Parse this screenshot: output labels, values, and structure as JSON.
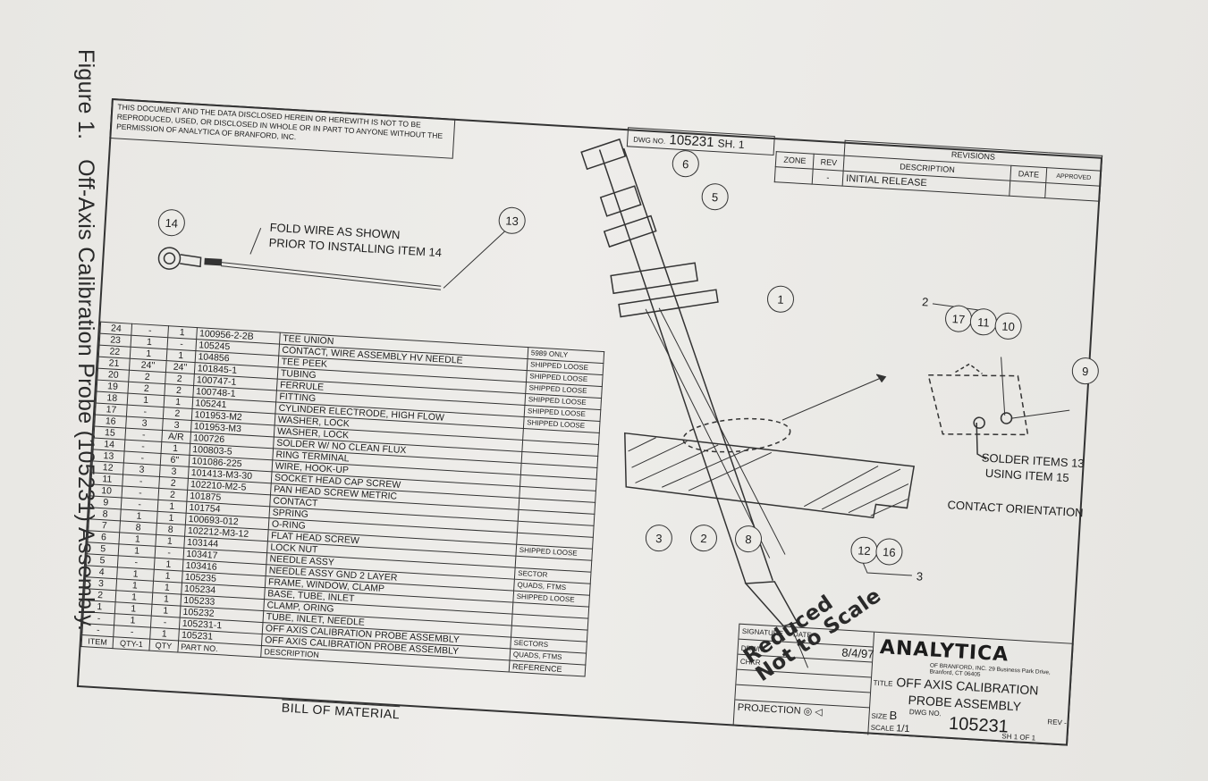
{
  "caption": {
    "figure": "Figure 1.",
    "title": "Off-Axis Calibration Probe (105231) Assembly."
  },
  "notice": "THIS DOCUMENT AND THE DATA DISCLOSED HEREIN OR HEREWITH IS NOT TO BE REPRODUCED, USED, OR DISCLOSED IN WHOLE OR IN PART TO ANYONE WITHOUT THE PERMISSION OF ANALYTICA OF BRANFORD, INC.",
  "dwg": {
    "label": "DWG NO.",
    "number": "105231",
    "sheet": "SH. 1"
  },
  "revisions": {
    "title": "REVISIONS",
    "headers": [
      "ZONE",
      "REV",
      "DESCRIPTION",
      "DATE",
      "APPROVED"
    ],
    "row": [
      "",
      "-",
      "INITIAL RELEASE",
      "",
      ""
    ]
  },
  "notes": {
    "fold": "FOLD WIRE AS SHOWN",
    "fold2": "PRIOR TO INSTALLING ITEM 14",
    "solder": "SOLDER ITEMS 13",
    "solder2": "USING ITEM 15",
    "contact": "CONTACT ORIENTATION",
    "two": "2",
    "three": "3"
  },
  "bubbles": [
    "14",
    "13",
    "6",
    "5",
    "1",
    "17",
    "11",
    "10",
    "9",
    "3",
    "2",
    "8",
    "12",
    "16"
  ],
  "bom": {
    "rows": [
      [
        "24",
        "-",
        "1",
        "100956-2-2B",
        "TEE UNION",
        "5989 ONLY"
      ],
      [
        "23",
        "1",
        "-",
        "105245",
        "CONTACT, WIRE ASSEMBLY HV NEEDLE",
        "SHIPPED LOOSE"
      ],
      [
        "22",
        "1",
        "1",
        "104856",
        "TEE PEEK",
        "SHIPPED LOOSE"
      ],
      [
        "21",
        "24\"",
        "24\"",
        "101845-1",
        "TUBING",
        "SHIPPED LOOSE"
      ],
      [
        "20",
        "2",
        "2",
        "100747-1",
        "FERRULE",
        "SHIPPED LOOSE"
      ],
      [
        "19",
        "2",
        "2",
        "100748-1",
        "FITTING",
        "SHIPPED LOOSE"
      ],
      [
        "18",
        "1",
        "1",
        "105241",
        "CYLINDER ELECTRODE, HIGH FLOW",
        "SHIPPED LOOSE"
      ],
      [
        "17",
        "-",
        "2",
        "101953-M2",
        "WASHER, LOCK",
        ""
      ],
      [
        "16",
        "3",
        "3",
        "101953-M3",
        "WASHER, LOCK",
        ""
      ],
      [
        "15",
        "-",
        "A/R",
        "100726",
        "SOLDER W/ NO CLEAN FLUX",
        ""
      ],
      [
        "14",
        "-",
        "1",
        "100803-5",
        "RING TERMINAL",
        ""
      ],
      [
        "13",
        "-",
        "6\"",
        "101086-225",
        "WIRE, HOOK-UP",
        ""
      ],
      [
        "12",
        "3",
        "3",
        "101413-M3-30",
        "SOCKET HEAD CAP SCREW",
        ""
      ],
      [
        "11",
        "-",
        "2",
        "102210-M2-5",
        "PAN HEAD SCREW METRIC",
        ""
      ],
      [
        "10",
        "-",
        "2",
        "101875",
        "CONTACT",
        ""
      ],
      [
        "9",
        "-",
        "1",
        "101754",
        "SPRING",
        ""
      ],
      [
        "8",
        "1",
        "1",
        "100693-012",
        "O-RING",
        ""
      ],
      [
        "7",
        "8",
        "8",
        "102212-M3-12",
        "FLAT HEAD SCREW",
        "SHIPPED LOOSE"
      ],
      [
        "6",
        "1",
        "1",
        "103144",
        "LOCK NUT",
        ""
      ],
      [
        "5",
        "1",
        "-",
        "103417",
        "NEEDLE ASSY",
        "SECTOR"
      ],
      [
        "5",
        "-",
        "1",
        "103416",
        "NEEDLE ASSY GND 2 LAYER",
        "QUADS, FTMS"
      ],
      [
        "4",
        "1",
        "1",
        "105235",
        "FRAME, WINDOW, CLAMP",
        "SHIPPED LOOSE"
      ],
      [
        "3",
        "1",
        "1",
        "105234",
        "BASE, TUBE, INLET",
        ""
      ],
      [
        "2",
        "1",
        "1",
        "105233",
        "CLAMP, ORING",
        ""
      ],
      [
        "1",
        "1",
        "1",
        "105232",
        "TUBE, INLET, NEEDLE",
        ""
      ],
      [
        "-",
        "1",
        "-",
        "105231-1",
        "OFF AXIS CALIBRATION PROBE ASSEMBLY",
        "SECTORS"
      ],
      [
        "-",
        "-",
        "1",
        "105231",
        "OFF AXIS CALIBRATION PROBE ASSEMBLY",
        "QUADS, FTMS"
      ]
    ],
    "header": [
      "ITEM",
      "QTY-1",
      "QTY",
      "PART NO.",
      "DESCRIPTION",
      "REFERENCE"
    ],
    "title": "BILL OF MATERIAL"
  },
  "titleblock": {
    "signature": "SIGNATURE",
    "date": "DATE",
    "drwn": "DRWN",
    "chkr": "CHKR",
    "drwn_date": "8/4/97",
    "projection": "PROJECTION",
    "company": "ANALYTICA",
    "address": "OF BRANFORD, INC. 29 Business Park Drive, Branford, CT 06405",
    "title_label": "TITLE",
    "title1": "OFF AXIS CALIBRATION",
    "title2": "PROBE ASSEMBLY",
    "size_label": "SIZE",
    "size": "B",
    "dwg_label": "DWG NO.",
    "dwg_no": "105231",
    "rev_label": "REV",
    "rev": "-",
    "scale_label": "SCALE",
    "scale": "1/1",
    "sheet": "SH 1 OF 1"
  },
  "stamp": {
    "line1": "Reduced",
    "line2": "Not to Scale"
  }
}
